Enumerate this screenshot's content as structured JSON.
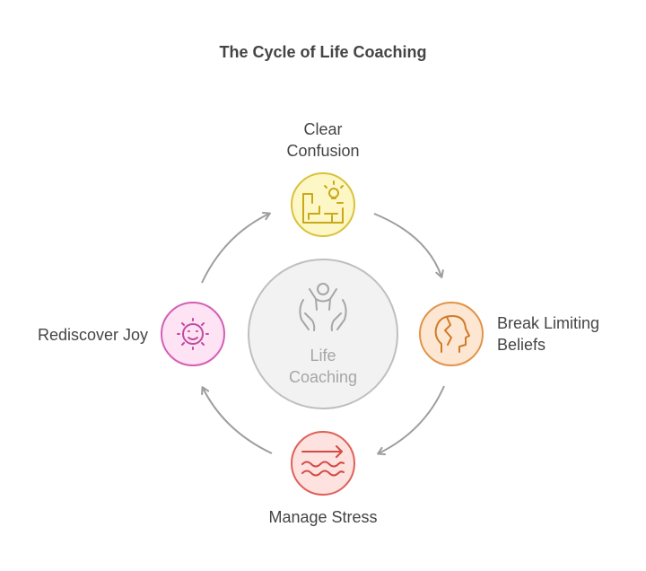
{
  "title": "The Cycle of Life Coaching",
  "center": {
    "label_line1": "Life",
    "label_line2": "Coaching",
    "icon": "raised-hands-person-icon"
  },
  "nodes": [
    {
      "id": "clear-confusion",
      "line1": "Clear",
      "line2": "Confusion",
      "icon": "maze-lightbulb-icon",
      "fill": "#fdf7c6",
      "stroke": "#d9c23a"
    },
    {
      "id": "break-limiting-beliefs",
      "line1": "Break Limiting",
      "line2": "Beliefs",
      "icon": "cracked-head-icon",
      "fill": "#fde7d2",
      "stroke": "#e0944a"
    },
    {
      "id": "manage-stress",
      "line1": "Manage Stress",
      "line2": "",
      "icon": "waves-arrow-icon",
      "fill": "#fde2e0",
      "stroke": "#df6059"
    },
    {
      "id": "rediscover-joy",
      "line1": "Rediscover Joy",
      "line2": "",
      "icon": "smiling-sun-icon",
      "fill": "#fde3f4",
      "stroke": "#d45fb3"
    }
  ],
  "colors": {
    "arrow": "#9e9e9e",
    "center_fill": "#f2f2f2",
    "center_stroke": "#bfbfbf",
    "text": "#444444"
  }
}
